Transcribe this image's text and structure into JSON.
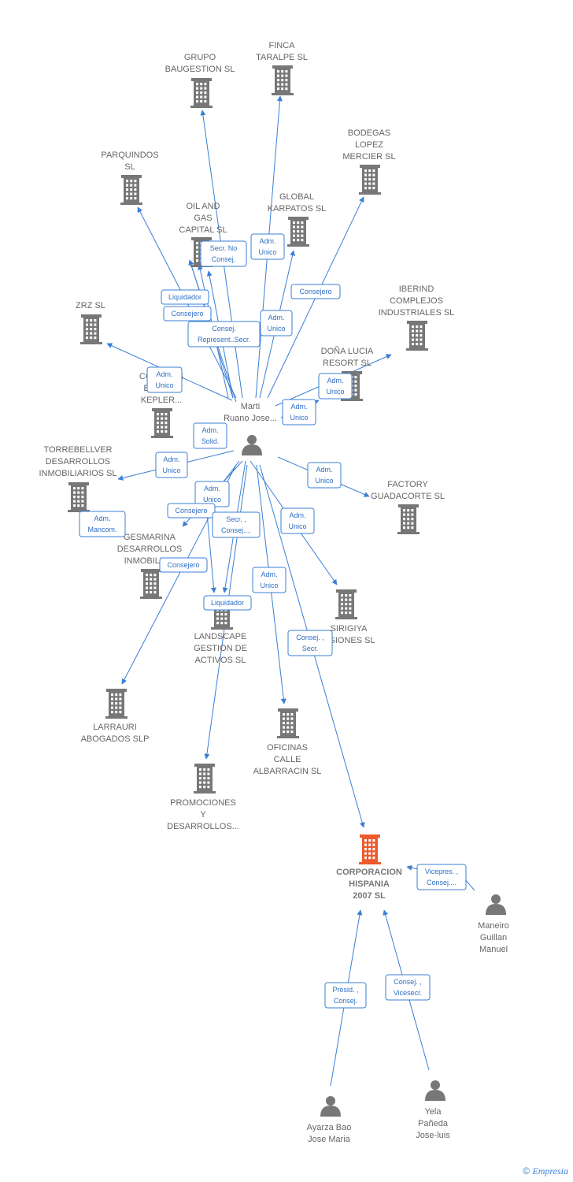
{
  "colors": {
    "edge": "#3a7fd5",
    "company": "#777777",
    "focus_company": "#ee5a2c",
    "person": "#777777"
  },
  "footer": {
    "copyright": "©",
    "brand": "Empresia"
  },
  "nodes": [
    {
      "id": "grupo",
      "type": "company-icon",
      "label": [
        "GRUPO",
        "BAUGESTION SL"
      ]
    },
    {
      "id": "finca",
      "type": "company-icon",
      "label": [
        "FINCA",
        "TARALPE SL"
      ]
    },
    {
      "id": "bodegas",
      "type": "company-icon",
      "label": [
        "BODEGAS",
        "LOPEZ",
        "MERCIER SL"
      ]
    },
    {
      "id": "parquindos",
      "type": "company-icon",
      "label": [
        "PARQUINDOS",
        "SL"
      ]
    },
    {
      "id": "oil",
      "type": "company-icon",
      "label": [
        "OIL AND",
        "GAS",
        "CAPITAL SL"
      ]
    },
    {
      "id": "global",
      "type": "company-icon",
      "label": [
        "GLOBAL",
        "KARPATOS SL"
      ]
    },
    {
      "id": "iberind",
      "type": "company-icon",
      "label": [
        "IBERIND",
        "COMPLEJOS",
        "INDUSTRIALES SL"
      ]
    },
    {
      "id": "zrz",
      "type": "company-icon",
      "label": [
        "ZRZ SL"
      ]
    },
    {
      "id": "donalucia",
      "type": "company-icon",
      "label": [
        "DOÑA LUCIA",
        "RESORT SL"
      ]
    },
    {
      "id": "kepler",
      "type": "company-icon",
      "label": [
        "CON...RES",
        "EST...OS",
        "KEPLER..."
      ]
    },
    {
      "id": "torrebellver",
      "type": "company-icon",
      "label": [
        "TORREBELLVER",
        "DESARROLLOS",
        "INMOBILIARIOS SL"
      ]
    },
    {
      "id": "factory",
      "type": "company-icon",
      "label": [
        "FACTORY",
        "GUADACORTE SL"
      ]
    },
    {
      "id": "gesmarina",
      "type": "company-icon",
      "label": [
        "GESMARINA",
        "DESARROLLOS",
        "INMOBILIA..."
      ]
    },
    {
      "id": "landscape",
      "type": "company-icon",
      "label": [
        "LANDSCAPE",
        "GESTION DE",
        "ACTIVOS SL"
      ]
    },
    {
      "id": "sirigiya",
      "type": "company-icon",
      "label": [
        "SIRIGIYA",
        "...SIONES SL"
      ]
    },
    {
      "id": "larrauri",
      "type": "company-icon",
      "label": [
        "LARRAURI",
        "ABOGADOS SLP"
      ]
    },
    {
      "id": "oficinas",
      "type": "company-icon",
      "label": [
        "OFICINAS",
        "CALLE",
        "ALBARRACIN SL"
      ]
    },
    {
      "id": "promociones",
      "type": "company-icon",
      "label": [
        "PROMOCIONES",
        "Y",
        "DESARROLLOS..."
      ]
    },
    {
      "id": "corporacion",
      "type": "focus-company-icon",
      "label": [
        "CORPORACION",
        "HISPANIA",
        "2007 SL"
      ]
    },
    {
      "id": "marti",
      "type": "person-icon",
      "label": [
        "Marti",
        "Ruano Jose..."
      ]
    },
    {
      "id": "maneiro",
      "type": "person-icon",
      "label": [
        "Maneiro",
        "Guillan",
        "Manuel"
      ]
    },
    {
      "id": "ayarza",
      "type": "person-icon",
      "label": [
        "Ayarza Bao",
        "Jose Maria"
      ]
    },
    {
      "id": "yela",
      "type": "person-icon",
      "label": [
        "Yela",
        "Pañeda",
        "Jose-luis"
      ]
    }
  ],
  "roles": [
    {
      "id": "r1",
      "lines": [
        "Secr. No",
        "Consej."
      ]
    },
    {
      "id": "r2",
      "lines": [
        "Adm.",
        "Unico"
      ]
    },
    {
      "id": "r3",
      "lines": [
        "Liquidador"
      ]
    },
    {
      "id": "r4",
      "lines": [
        "Consejero"
      ]
    },
    {
      "id": "r5",
      "lines": [
        "Consejero"
      ]
    },
    {
      "id": "r6",
      "lines": [
        "Consej.",
        "Represent..Secr."
      ]
    },
    {
      "id": "r7",
      "lines": [
        "Adm.",
        "Unico"
      ]
    },
    {
      "id": "r8",
      "lines": [
        "Adm.",
        "Unico"
      ]
    },
    {
      "id": "r9",
      "lines": [
        "Adm.",
        "Unico"
      ]
    },
    {
      "id": "r10",
      "lines": [
        "Adm.",
        "Unico"
      ]
    },
    {
      "id": "r11",
      "lines": [
        "Adm.",
        "Solid."
      ]
    },
    {
      "id": "r12",
      "lines": [
        "Adm.",
        "Unico"
      ]
    },
    {
      "id": "r13",
      "lines": [
        "Adm.",
        "Unico"
      ]
    },
    {
      "id": "r14",
      "lines": [
        "Adm.",
        "Unico"
      ]
    },
    {
      "id": "r15",
      "lines": [
        "Consejero"
      ]
    },
    {
      "id": "r16",
      "lines": [
        "Secr. ,",
        "Consej...."
      ]
    },
    {
      "id": "r17",
      "lines": [
        "Adm.",
        "Mancom."
      ]
    },
    {
      "id": "r18",
      "lines": [
        "Adm.",
        "Unico"
      ]
    },
    {
      "id": "r19",
      "lines": [
        "Consejero"
      ]
    },
    {
      "id": "r20",
      "lines": [
        "Adm.",
        "Unico"
      ]
    },
    {
      "id": "r21",
      "lines": [
        "Liquidador"
      ]
    },
    {
      "id": "r22",
      "lines": [
        "Consej. ,",
        "Secr."
      ]
    },
    {
      "id": "r23",
      "lines": [
        "Vicepres. ,",
        "Consej...."
      ]
    },
    {
      "id": "r24",
      "lines": [
        "Presid. ,",
        "Consej."
      ]
    },
    {
      "id": "r25",
      "lines": [
        "Consej. ,",
        "Vicesecr."
      ]
    }
  ],
  "edges": [
    {
      "from": "marti",
      "to": "grupo"
    },
    {
      "from": "marti",
      "to": "finca"
    },
    {
      "from": "marti",
      "to": "bodegas"
    },
    {
      "from": "marti",
      "to": "parquindos"
    },
    {
      "from": "marti",
      "to": "oil"
    },
    {
      "from": "marti",
      "to": "oil"
    },
    {
      "from": "marti",
      "to": "oil"
    },
    {
      "from": "marti",
      "to": "global"
    },
    {
      "from": "marti",
      "to": "iberind"
    },
    {
      "from": "marti",
      "to": "zrz"
    },
    {
      "from": "marti",
      "to": "donalucia"
    },
    {
      "from": "marti",
      "to": "torrebellver"
    },
    {
      "from": "marti",
      "to": "factory"
    },
    {
      "from": "marti",
      "to": "gesmarina"
    },
    {
      "from": "marti",
      "to": "landscape"
    },
    {
      "from": "marti",
      "to": "landscape"
    },
    {
      "from": "marti",
      "to": "landscape"
    },
    {
      "from": "marti",
      "to": "sirigiya"
    },
    {
      "from": "marti",
      "to": "larrauri"
    },
    {
      "from": "marti",
      "to": "oficinas"
    },
    {
      "from": "marti",
      "to": "promociones"
    },
    {
      "from": "marti",
      "to": "corporacion"
    },
    {
      "from": "maneiro",
      "to": "corporacion"
    },
    {
      "from": "ayarza",
      "to": "corporacion"
    },
    {
      "from": "yela",
      "to": "corporacion"
    }
  ]
}
